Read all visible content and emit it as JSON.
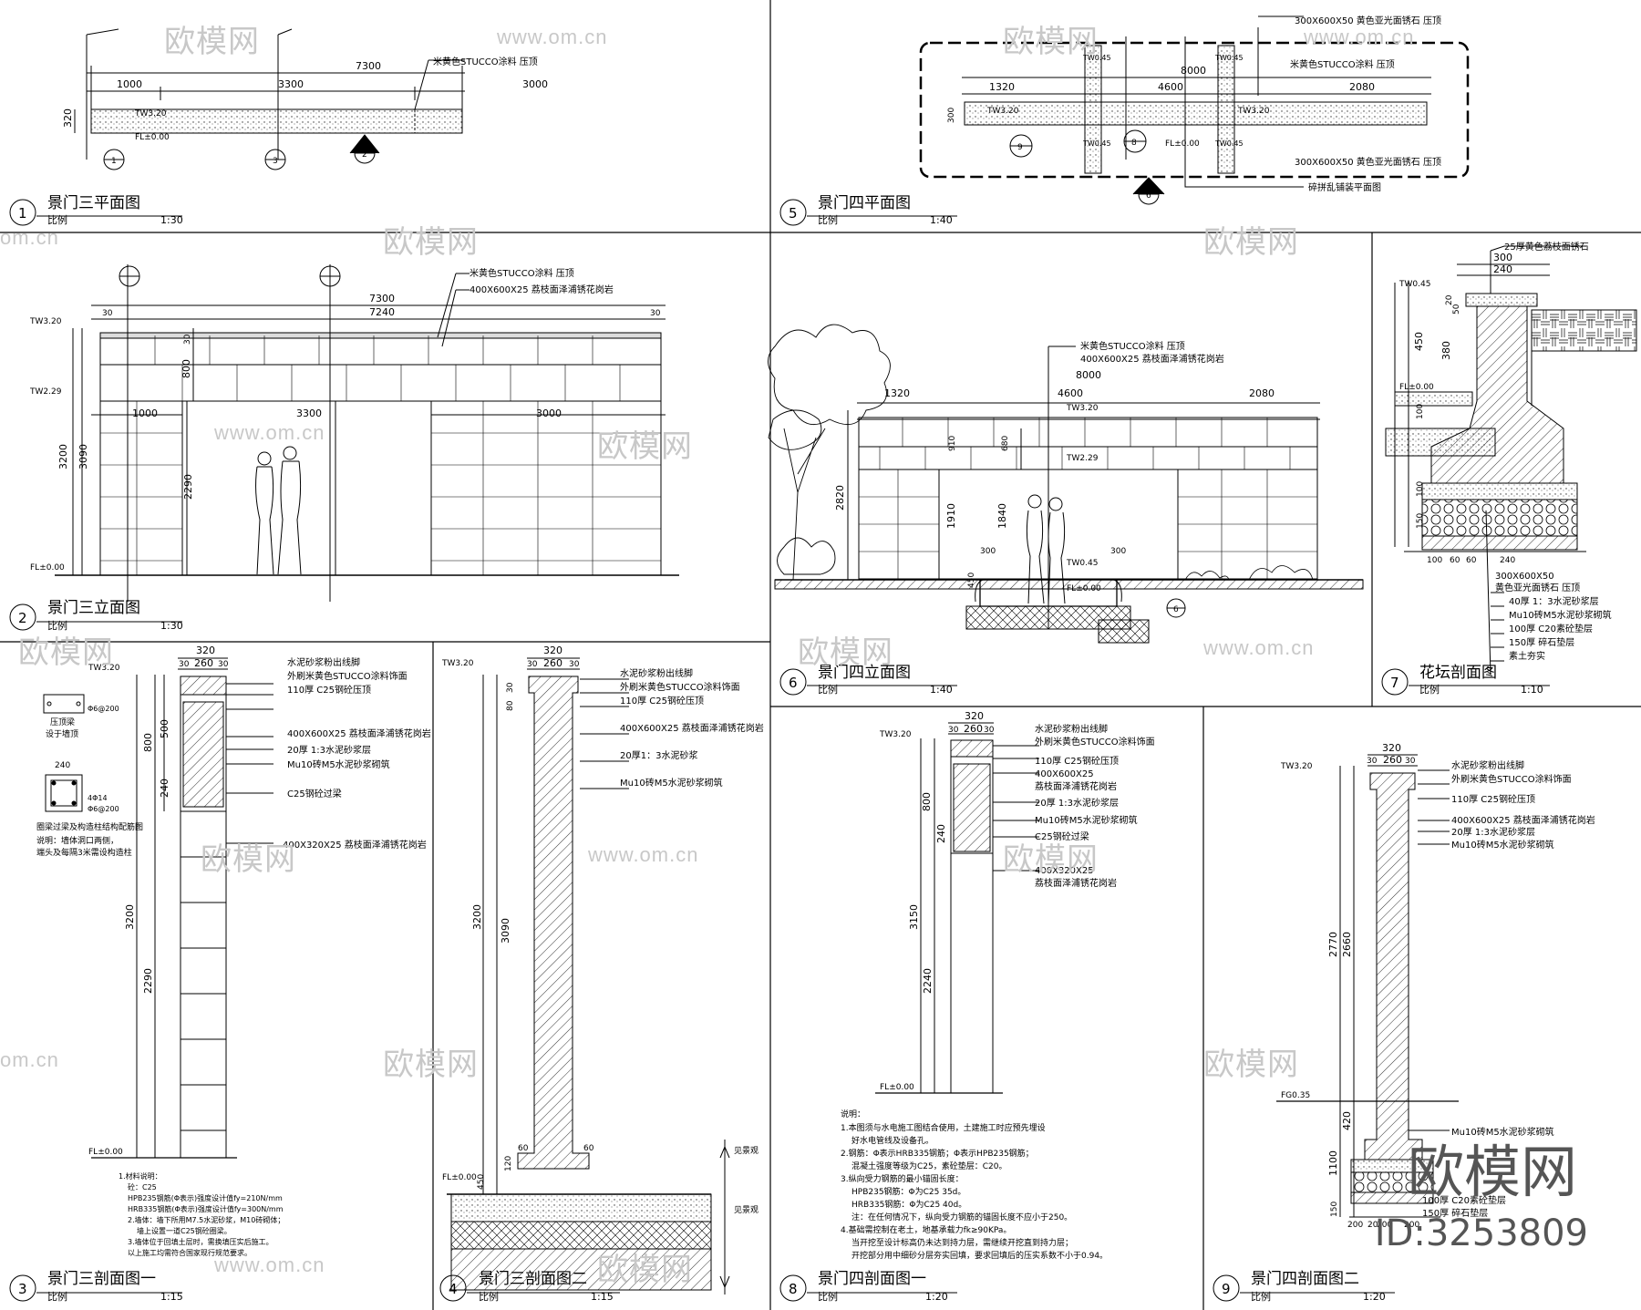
{
  "panels": [
    {
      "num": "1",
      "title": "景门三平面图",
      "scale_label": "比例",
      "scale": "1:30"
    },
    {
      "num": "2",
      "title": "景门三立面图",
      "scale_label": "比例",
      "scale": "1:30"
    },
    {
      "num": "3",
      "title": "景门三剖面图一",
      "scale_label": "比例",
      "scale": "1:15"
    },
    {
      "num": "4",
      "title": "景门三剖面图二",
      "scale_label": "比例",
      "scale": "1:15"
    },
    {
      "num": "5",
      "title": "景门四平面图",
      "scale_label": "比例",
      "scale": "1:40"
    },
    {
      "num": "6",
      "title": "景门四立面图",
      "scale_label": "比例",
      "scale": "1:40"
    },
    {
      "num": "7",
      "title": "花坛剖面图",
      "scale_label": "比例",
      "scale": "1:10"
    },
    {
      "num": "8",
      "title": "景门四剖面图一",
      "scale_label": "比例",
      "scale": "1:20"
    },
    {
      "num": "9",
      "title": "景门四剖面图二",
      "scale_label": "比例",
      "scale": "1:20"
    }
  ],
  "p1": {
    "dims": [
      "7300",
      "1000",
      "3300",
      "3000",
      "320"
    ],
    "levels": [
      "TW3.20",
      "FL±0.00"
    ],
    "note": "米黄色STUCCO涂料 压顶",
    "markers": [
      "1",
      "3",
      "2"
    ]
  },
  "p2": {
    "dims": [
      "7300",
      "7240",
      "30",
      "30",
      "3200",
      "3090",
      "800",
      "2290",
      "1000",
      "3300",
      "3000",
      "30"
    ],
    "levels": [
      "TW3.20",
      "TW2.29",
      "FL±0.00"
    ],
    "notes": [
      "米黄色STUCCO涂料 压顶",
      "400X600X25 荔枝面泽浦锈花岗岩"
    ]
  },
  "p3": {
    "levels": [
      "TW3.20",
      "FL±0.00"
    ],
    "dims": [
      "320",
      "30",
      "260",
      "30",
      "500",
      "800",
      "240",
      "3200",
      "2290"
    ],
    "notes": [
      "水泥砂浆粉出线脚",
      "外刷米黄色STUCCO涂料饰面",
      "110厚 C25钢砼压顶",
      "400X600X25 荔枝面泽浦锈花岗岩",
      "20厚 1:3水泥砂浆层",
      "Mu10砖M5水泥砂浆砌筑",
      "C25钢砼过梁",
      "400X320X25 荔枝面泽浦锈花岗岩"
    ],
    "left_labels": [
      "压顶梁",
      "设于墙顶",
      "240",
      "4Φ14",
      "Φ6@200",
      "Φ6@200",
      "圈梁过梁及构造柱结构配筋图",
      "说明：墙体洞口两侧，",
      "端头及每隔3米需设构造柱"
    ],
    "footnotes": [
      "1.材料说明：",
      "砼：C25",
      "HPB235钢筋(Φ表示)强度设计值fy=210N/mm",
      "HRB335钢筋(Φ表示)强度设计值fy=300N/mm",
      "2.墙体：墙下所用M7.5水泥砂浆，M10砖砌体；",
      "墙上设置一道C25钢砼圈梁。",
      "3.墙体位于回填土层时，需换填压实后施工。",
      "以上施工均需符合国家现行规范要求。"
    ]
  },
  "p4": {
    "levels": [
      "TW3.20",
      "FL±0.00"
    ],
    "dims": [
      "320",
      "30",
      "260",
      "30",
      "30",
      "80",
      "3200",
      "3090",
      "60",
      "60",
      "120",
      "450"
    ],
    "notes": [
      "水泥砂浆粉出线脚",
      "外刷米黄色STUCCO涂料饰面",
      "110厚 C25钢砼压顶",
      "400X600X25 荔枝面泽浦锈花岗岩",
      "20厚1：3水泥砂浆",
      "Mu10砖M5水泥砂浆砌筑"
    ],
    "side": [
      "见景观",
      "见景观"
    ]
  },
  "p5": {
    "dims": [
      "8000",
      "1320",
      "4600",
      "2080",
      "300"
    ],
    "levels": [
      "TW3.20",
      "TW3.20",
      "TW0.45",
      "TW0.45",
      "TW0.45",
      "TW0.45",
      "FL±0.00"
    ],
    "notes": [
      "300X600X50 黄色亚光面锈石 压顶",
      "米黄色STUCCO涂料 压顶",
      "300X600X50 黄色亚光面锈石 压顶",
      "碎拼乱铺装平面图"
    ],
    "markers": [
      "9",
      "8",
      "6"
    ]
  },
  "p6": {
    "dims": [
      "8000",
      "1320",
      "4600",
      "2080",
      "910",
      "680",
      "2820",
      "1910",
      "1840",
      "300",
      "300",
      "450"
    ],
    "levels": [
      "TW3.20",
      "TW2.29",
      "TW0.45",
      "FL±0.00"
    ],
    "notes": [
      "米黄色STUCCO涂料 压顶",
      "400X600X25 荔枝面泽浦锈花岗岩"
    ],
    "marker": "6"
  },
  "p7": {
    "levels": [
      "TW0.45",
      "FL±0.00"
    ],
    "dims": [
      "300",
      "240",
      "20",
      "50",
      "450",
      "380",
      "100",
      "100",
      "150",
      "100",
      "60",
      "60",
      "240"
    ],
    "notes": [
      "25厚黄色荔枝面锈石",
      "300X600X50",
      "黄色亚光面锈石 压顶",
      "40厚 1：3水泥砂浆层",
      "Mu10砖M5水泥砂浆砌筑",
      "100厚 C20素砼垫层",
      "150厚 碎石垫层",
      "素土夯实"
    ]
  },
  "p8": {
    "levels": [
      "TW3.20",
      "FL±0.00"
    ],
    "dims": [
      "320",
      "30",
      "260",
      "30",
      "800",
      "240",
      "3150",
      "2240"
    ],
    "notes": [
      "水泥砂浆粉出线脚",
      "外刷米黄色STUCCO涂料饰面",
      "110厚 C25钢砼压顶",
      "400X600X25",
      "荔枝面泽浦锈花岗岩",
      "20厚 1:3水泥砂浆层",
      "Mu10砖M5水泥砂浆砌筑",
      "C25钢砼过梁",
      "400X320X25",
      "荔枝面泽浦锈花岗岩"
    ],
    "desc": [
      "说明：",
      "1.本图须与水电施工图结合使用，土建施工时应预先埋设",
      "好水电管线及设备孔。",
      "2.钢筋：Φ表示HRB335钢筋；Φ表示HPB235钢筋；",
      "混凝土强度等级为C25，素砼垫层：C20。",
      "3.纵向受力钢筋的最小锚固长度：",
      "HPB235钢筋：Φ为C25 35d。",
      "HRB335钢筋：Φ为C25 40d。",
      "注：在任何情况下，纵向受力钢筋的锚固长度不应小于250。",
      "4.基础需控制在老土，地基承载力fk≥90KPa。",
      "当开挖至设计标高仍未达到持力层，需继续开挖直到持力层；",
      "开挖部分用中细砂分层夯实回填，要求回填后的压实系数不小于0.94。"
    ]
  },
  "p9": {
    "levels": [
      "TW3.20",
      "FG0.35"
    ],
    "dims": [
      "320",
      "30",
      "260",
      "30",
      "2770",
      "2660",
      "420",
      "1100",
      "200",
      "150",
      "200",
      "200",
      "20"
    ],
    "notes": [
      "水泥砂浆粉出线脚",
      "外刷米黄色STUCCO涂料饰面",
      "110厚 C25钢砼压顶",
      "400X600X25 荔枝面泽浦锈花岗岩",
      "20厚 1:3水泥砂浆层",
      "Mu10砖M5水泥砂浆砌筑",
      "Mu10砖M5水泥砂浆砌筑",
      "100厚 C20素砼垫层",
      "150厚 碎石垫层"
    ]
  },
  "watermark": {
    "text": "欧模网",
    "url": "www.om.cn",
    "url_short": "om.cn"
  },
  "logo": {
    "text": "欧模网",
    "id": "ID:3253809"
  }
}
